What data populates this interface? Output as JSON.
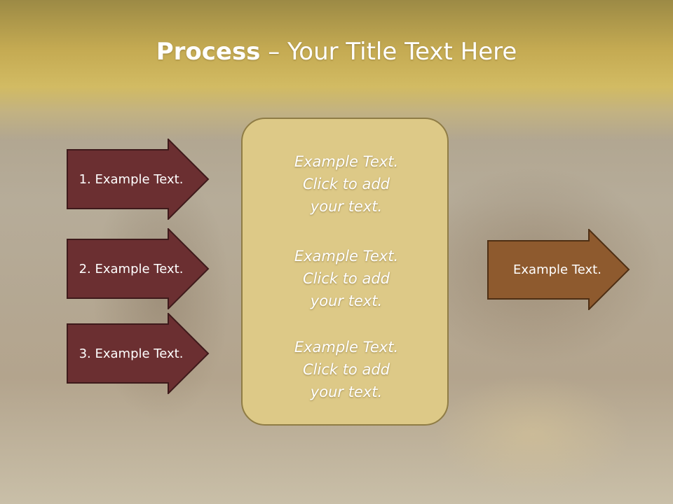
{
  "slide": {
    "title_strong": "Process",
    "title_rest": " – Your Title Text Here"
  },
  "left_arrows": [
    {
      "label": "1. Example Text."
    },
    {
      "label": "2. Example Text."
    },
    {
      "label": "3. Example Text."
    }
  ],
  "center_blocks": [
    {
      "line1": "Example Text.",
      "line2": "Click  to add",
      "line3": "your text."
    },
    {
      "line1": "Example Text.",
      "line2": "Click  to add",
      "line3": "your text."
    },
    {
      "line1": "Example Text.",
      "line2": "Click  to add",
      "line3": "your text."
    }
  ],
  "right_arrow": {
    "label": "Example Text."
  },
  "colors": {
    "left_arrow_fill": "#6b2f31",
    "right_arrow_fill": "#8e5a2e",
    "center_box_fill": "#ddc987",
    "title_band": "#c9b05a"
  }
}
